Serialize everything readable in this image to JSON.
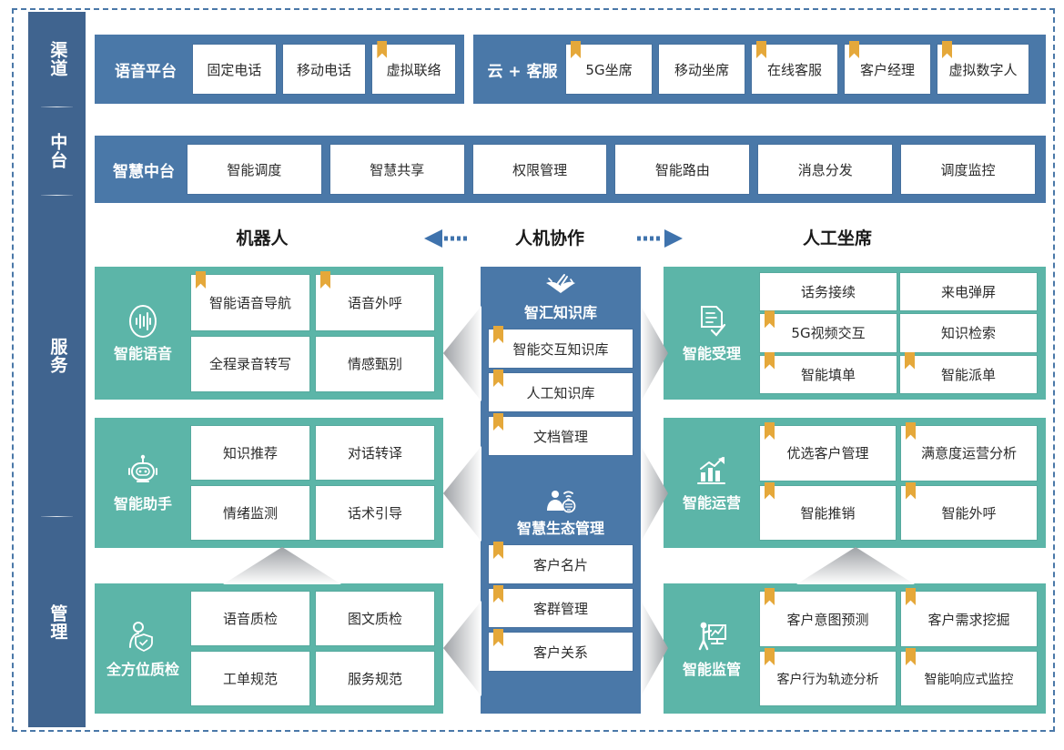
{
  "tiers": [
    {
      "label": "渠道"
    },
    {
      "label": "中台"
    },
    {
      "label": "服务"
    },
    {
      "label": "管理"
    }
  ],
  "channel_row": {
    "groups": [
      {
        "label": "语音平台",
        "items": [
          {
            "text": "固定电话",
            "bookmark": false
          },
          {
            "text": "移动电话",
            "bookmark": false
          },
          {
            "text": "虚拟联络",
            "bookmark": true
          }
        ]
      },
      {
        "label": "云 + 客服",
        "items": [
          {
            "text": "5G坐席",
            "bookmark": true
          },
          {
            "text": "移动坐席",
            "bookmark": false
          },
          {
            "text": "在线客服",
            "bookmark": true
          },
          {
            "text": "客户经理",
            "bookmark": true
          },
          {
            "text": "虚拟数字人",
            "bookmark": true
          }
        ]
      }
    ]
  },
  "platform_row": {
    "label": "智慧中台",
    "items": [
      {
        "text": "智能调度",
        "bookmark": false
      },
      {
        "text": "智慧共享",
        "bookmark": false
      },
      {
        "text": "权限管理",
        "bookmark": false
      },
      {
        "text": "智能路由",
        "bookmark": false
      },
      {
        "text": "消息分发",
        "bookmark": false
      },
      {
        "text": "调度监控",
        "bookmark": false
      }
    ]
  },
  "column_headers": {
    "left": "机器人",
    "center": "人机协作",
    "right": "人工坐席"
  },
  "left_blocks": [
    {
      "title": "智能语音",
      "icon": "voice-wave-icon",
      "items": [
        {
          "text": "智能语音导航",
          "bookmark": true
        },
        {
          "text": "语音外呼",
          "bookmark": true
        },
        {
          "text": "全程录音转写",
          "bookmark": false
        },
        {
          "text": "情感甄别",
          "bookmark": false
        }
      ]
    },
    {
      "title": "智能助手",
      "icon": "robot-icon",
      "items": [
        {
          "text": "知识推荐",
          "bookmark": false
        },
        {
          "text": "对话转译",
          "bookmark": false
        },
        {
          "text": "情绪监测",
          "bookmark": false
        },
        {
          "text": "话术引导",
          "bookmark": false
        }
      ]
    },
    {
      "title": "全方位质检",
      "icon": "person-shield-icon",
      "items": [
        {
          "text": "语音质检",
          "bookmark": false
        },
        {
          "text": "图文质检",
          "bookmark": false
        },
        {
          "text": "工单规范",
          "bookmark": false
        },
        {
          "text": "服务规范",
          "bookmark": false
        }
      ]
    }
  ],
  "center_blocks": [
    {
      "title": "智汇知识库",
      "icon": "book-pen-icon",
      "items": [
        {
          "text": "智能交互知识库",
          "bookmark": true
        },
        {
          "text": "人工知识库",
          "bookmark": true
        },
        {
          "text": "文档管理",
          "bookmark": true
        }
      ]
    },
    {
      "title": "智慧生态管理",
      "icon": "person-network-icon",
      "items": [
        {
          "text": "客户名片",
          "bookmark": true
        },
        {
          "text": "客群管理",
          "bookmark": true
        },
        {
          "text": "客户关系",
          "bookmark": true
        }
      ]
    }
  ],
  "right_blocks": [
    {
      "title": "智能受理",
      "icon": "document-check-icon",
      "items": [
        {
          "text": "话务接续",
          "bookmark": false
        },
        {
          "text": "来电弹屏",
          "bookmark": false
        },
        {
          "text": "5G视频交互",
          "bookmark": true
        },
        {
          "text": "知识检索",
          "bookmark": false
        },
        {
          "text": "智能填单",
          "bookmark": true
        },
        {
          "text": "智能派单",
          "bookmark": true
        }
      ]
    },
    {
      "title": "智能运营",
      "icon": "chart-growth-icon",
      "items": [
        {
          "text": "优选客户管理",
          "bookmark": true
        },
        {
          "text": "满意度运营分析",
          "bookmark": true
        },
        {
          "text": "智能推销",
          "bookmark": true
        },
        {
          "text": "智能外呼",
          "bookmark": true
        }
      ]
    },
    {
      "title": "智能监管",
      "icon": "presentation-person-icon",
      "items": [
        {
          "text": "客户意图预测",
          "bookmark": true
        },
        {
          "text": "客户需求挖掘",
          "bookmark": true
        },
        {
          "text": "客户行为轨迹分析",
          "bookmark": true
        },
        {
          "text": "智能响应式监控",
          "bookmark": true
        }
      ]
    }
  ],
  "colors": {
    "blue": "#4a78a8",
    "dark_blue": "#40648f",
    "teal": "#5cb5a8",
    "bookmark_gold": "#e5a83a",
    "arrow_gray": "#b8babd",
    "frame_dash": "#4a78a8"
  }
}
